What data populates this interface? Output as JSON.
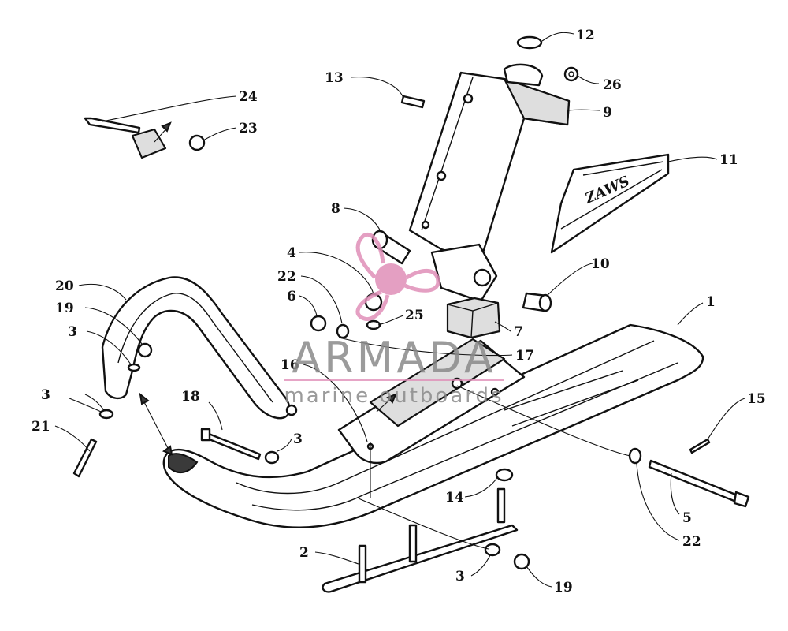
{
  "callouts": [
    {
      "id": "c12a",
      "text": "12"
    },
    {
      "id": "c26",
      "text": "26"
    },
    {
      "id": "c13",
      "text": "13"
    },
    {
      "id": "c9",
      "text": "9"
    },
    {
      "id": "c24",
      "text": "24"
    },
    {
      "id": "c23",
      "text": "23"
    },
    {
      "id": "c11",
      "text": "11"
    },
    {
      "id": "c8",
      "text": "8"
    },
    {
      "id": "c4",
      "text": "4"
    },
    {
      "id": "c10",
      "text": "10"
    },
    {
      "id": "c22a",
      "text": "22"
    },
    {
      "id": "c20",
      "text": "20"
    },
    {
      "id": "c6",
      "text": "6"
    },
    {
      "id": "c25",
      "text": "25"
    },
    {
      "id": "c1",
      "text": "1"
    },
    {
      "id": "c19a",
      "text": "19"
    },
    {
      "id": "c7",
      "text": "7"
    },
    {
      "id": "c3a",
      "text": "3"
    },
    {
      "id": "c17",
      "text": "17"
    },
    {
      "id": "c16",
      "text": "16"
    },
    {
      "id": "c3b",
      "text": "3"
    },
    {
      "id": "c18",
      "text": "18"
    },
    {
      "id": "c15",
      "text": "15"
    },
    {
      "id": "c21",
      "text": "21"
    },
    {
      "id": "c3c",
      "text": "3"
    },
    {
      "id": "c14",
      "text": "14"
    },
    {
      "id": "c5",
      "text": "5"
    },
    {
      "id": "c22b",
      "text": "22"
    },
    {
      "id": "c2",
      "text": "2"
    },
    {
      "id": "c3d",
      "text": "3"
    },
    {
      "id": "c19b",
      "text": "19"
    }
  ],
  "decal_text": "ZAWS",
  "watermark": {
    "brand": "ARMADA",
    "tagline": "marine outboards",
    "logo_color": "#e08fb8",
    "text_color": "#8a8a8a"
  }
}
